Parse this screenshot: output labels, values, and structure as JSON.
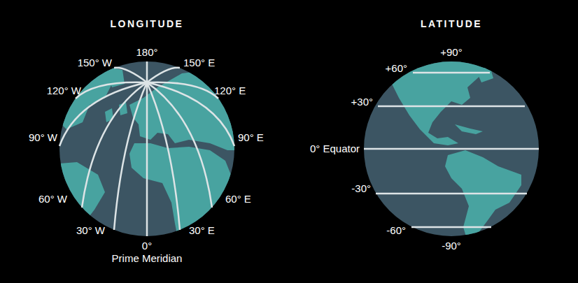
{
  "diagram": {
    "labels": [
      "LONGITUDE",
      "LATITUDE",
      "180°",
      "150° W",
      "150° E",
      "120° W",
      "120° E",
      "90° W",
      "90° E",
      "60° W",
      "60° E",
      "30° W",
      "30° E",
      "0°",
      "Prime Meridian",
      "+90°",
      "+60°",
      "+30°",
      "0° Equator",
      "-30°",
      "-60°",
      "-90°"
    ]
  }
}
